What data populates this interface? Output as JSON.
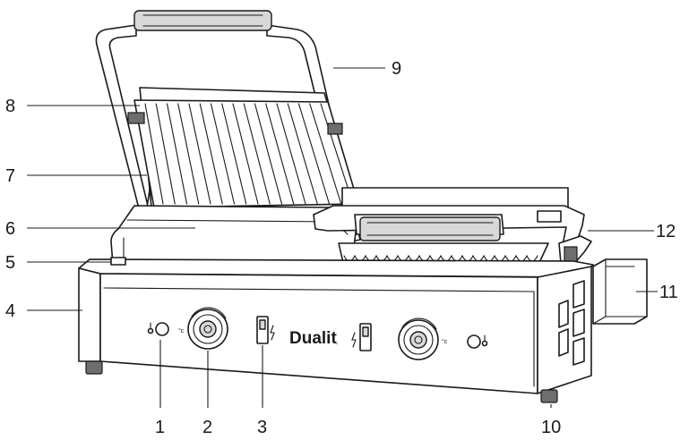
{
  "brand": "Dualit",
  "brand_mark": ".",
  "callouts": [
    "1",
    "2",
    "3",
    "4",
    "5",
    "6",
    "7",
    "8",
    "9",
    "10",
    "11",
    "12"
  ]
}
